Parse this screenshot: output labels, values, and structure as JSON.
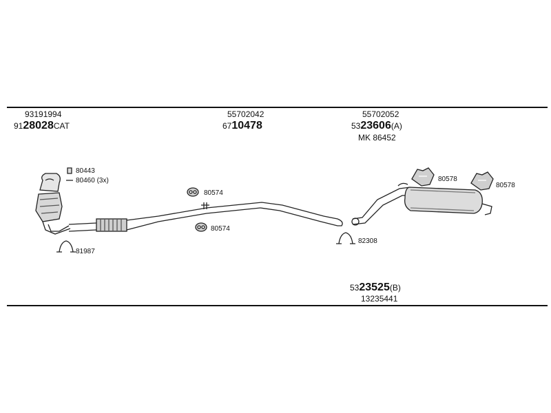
{
  "sections": {
    "catalytic": {
      "ref": "93191994",
      "prefix": "91",
      "code": "28028",
      "suffix": "CAT"
    },
    "middle_pipe": {
      "ref": "55702042",
      "prefix": "67",
      "code": "10478"
    },
    "rear_muffler": {
      "ref": "55702052",
      "prefix": "53",
      "code": "23606",
      "suffix": "(A)",
      "kit": "MK 86452"
    },
    "rear_muffler_b": {
      "prefix": "53",
      "code": "23525",
      "suffix": "(B)",
      "ref": "13235441"
    }
  },
  "callouts": {
    "gasket_1": "80443",
    "bolt_kit": "80460 (3x)",
    "clamp_1": "81987",
    "hanger_top": "80574",
    "hanger_bottom": "80574",
    "clamp_2": "82308",
    "rubber_1": "80578",
    "rubber_2": "80578"
  }
}
